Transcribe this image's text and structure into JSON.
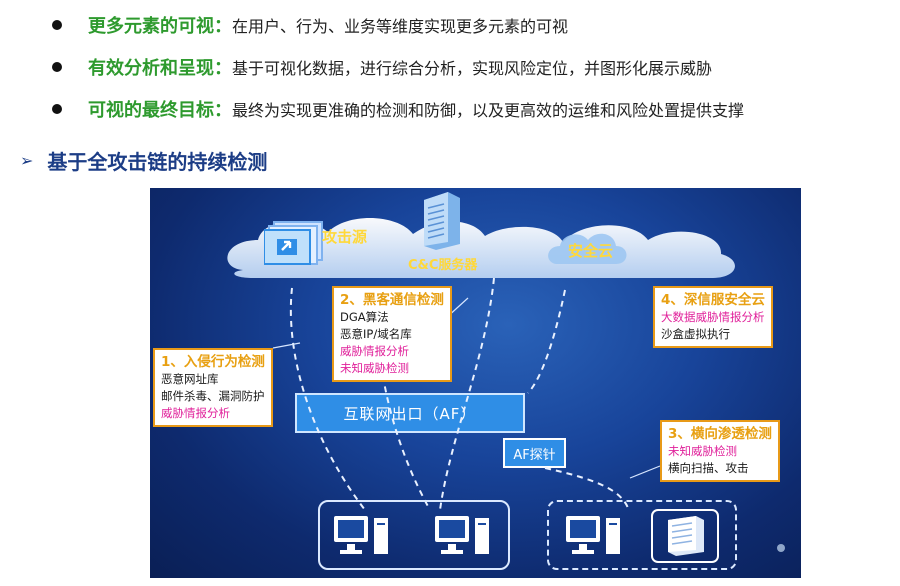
{
  "bullets": [
    {
      "title": "更多元素的可视：",
      "text": "在用户、行为、业务等维度实现更多元素的可视"
    },
    {
      "title": "有效分析和呈现：",
      "text": "基于可视化数据，进行综合分析，实现风险定位，并图形化展示威胁"
    },
    {
      "title": "可视的最终目标：",
      "text": "最终为实现更准确的检测和防御，以及更高效的运维和风险处置提供支撑"
    }
  ],
  "section": {
    "arrow_icon": "➢",
    "title": "基于全攻击链的持续检测"
  },
  "diagram": {
    "attack_source": "攻击源",
    "cc_server": "C&C服务器",
    "security_cloud": "安全云",
    "internet_exit": "互联网出口（AF）",
    "af_probe": "AF探针",
    "callouts": {
      "intrusion": {
        "title": "1、入侵行为检测",
        "items": [
          "恶意网址库",
          "邮件杀毒、漏洞防护"
        ],
        "pink_items": [
          "威胁情报分析"
        ]
      },
      "hacker": {
        "title": "2、黑客通信检测",
        "items": [
          "DGA算法",
          "恶意IP/域名库"
        ],
        "pink_items": [
          "威胁情报分析",
          "未知威胁检测"
        ]
      },
      "lateral": {
        "title": "3、横向渗透检测",
        "pink_items": [
          "未知威胁检测"
        ],
        "items": [
          "横向扫描、攻击"
        ]
      },
      "cloud": {
        "title": "4、深信服安全云",
        "pink_items": [
          "大数据威胁情报分析"
        ],
        "items": [
          "沙盒虚拟执行"
        ]
      }
    },
    "icons": [
      "attacker-window-icon",
      "server-tower-icon",
      "desktop-computer-icon",
      "server-box-icon"
    ]
  },
  "colors": {
    "bullet_title": "#2e9a2e",
    "section_title": "#1c3d86",
    "callout_border": "#e89a18",
    "pink": "#e0209a",
    "callout_title": "#e8a012",
    "panel_blue": "#2f8ee6"
  }
}
